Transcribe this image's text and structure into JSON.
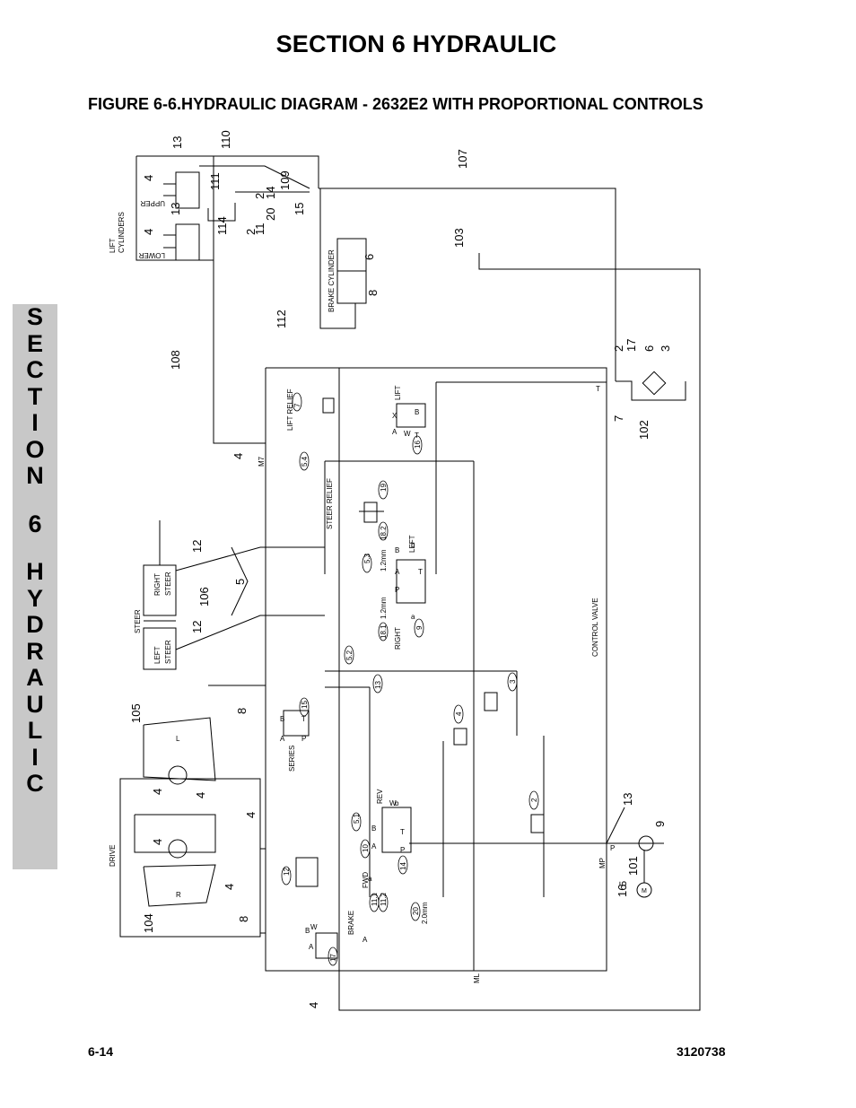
{
  "header": {
    "section_title": "SECTION 6    HYDRAULIC",
    "figure_title": "FIGURE 6-6.HYDRAULIC DIAGRAM - 2632E2 WITH PROPORTIONAL CONTROLS"
  },
  "side_tab": {
    "word1": [
      "S",
      "E",
      "C",
      "T",
      "I",
      "O",
      "N"
    ],
    "word2": [
      "6"
    ],
    "word3": [
      "H",
      "Y",
      "D",
      "R",
      "A",
      "U",
      "L",
      "I",
      "C"
    ]
  },
  "footer": {
    "page_number": "6-14",
    "doc_number": "3120738"
  },
  "diagram": {
    "labels": {
      "lift_cylinders": [
        "LIFT",
        "CYLINDERS"
      ],
      "upper": "UPPER",
      "lower": "LOWER",
      "brake_cylinder": "BRAKE CYLINDER",
      "lift_relief": "LIFT RELIEF",
      "lift": "LIFT",
      "steer_relief": "STEER RELIEF",
      "left": "LEFT",
      "right": "RIGHT",
      "steer": "STEER",
      "left_steer": [
        "LEFT",
        "STEER"
      ],
      "right_steer": [
        "RIGHT",
        "STEER"
      ],
      "control_valve": "CONTROL VALVE",
      "drive": "DRIVE",
      "series": "SERIES",
      "rev": "REV",
      "fwd": "FWD",
      "brake": "BRAKE",
      "port_m7": "M7",
      "port_ml": "ML",
      "port_mp": "MP",
      "port_t": "T",
      "port_p": "P",
      "motor_m": "M",
      "orifice_12": "1.2mm",
      "orifice_12b": "1.2mm",
      "orifice_20": "2.0mm",
      "motor_l": "L",
      "motor_r": "R"
    },
    "hose_numbers": [
      "110",
      "107",
      "109",
      "111",
      "114",
      "103",
      "112",
      "108",
      "106",
      "105",
      "104",
      "101",
      "102"
    ],
    "callouts": {
      "c13a": "13",
      "c4a": "4",
      "c13b": "13",
      "c4b": "4",
      "c2a": "2",
      "c14": "14",
      "c20": "20",
      "c11": "11",
      "c2b": "2",
      "c15": "15",
      "c6a": "6",
      "c8a": "8",
      "c2c": "2",
      "c17": "17",
      "c6b": "6",
      "c3a": "3",
      "c7": "7",
      "c4c": "4",
      "c12a": "12",
      "c5": "5",
      "c12b": "12",
      "c8b": "8",
      "c4d": "4",
      "c4e": "4",
      "c4f": "4",
      "c4g": "4",
      "c4h": "4",
      "c8c": "8",
      "c4i": "4",
      "c13c": "13",
      "c9": "9",
      "c16": "16",
      "c5b": "5"
    },
    "item_balloons": {
      "b7": "7",
      "b16": "16",
      "b54": "5.4",
      "b19": "19",
      "b182": "18.2",
      "b53": "5.3",
      "b181": "18.1",
      "b9": "9",
      "b52": "5.2",
      "b13": "13",
      "b15": "15",
      "b4": "4",
      "b3": "3",
      "b2": "2",
      "b51": "5.1",
      "b10": "10",
      "b14": "14",
      "b12": "12",
      "b111": "11.1",
      "b112": "11.2",
      "b20": "20",
      "b17": "17"
    },
    "port_letters": {
      "a": "A",
      "b": "B",
      "p": "P",
      "t": "T",
      "w": "W",
      "x": "X",
      "la": "a",
      "lb": "b"
    }
  }
}
